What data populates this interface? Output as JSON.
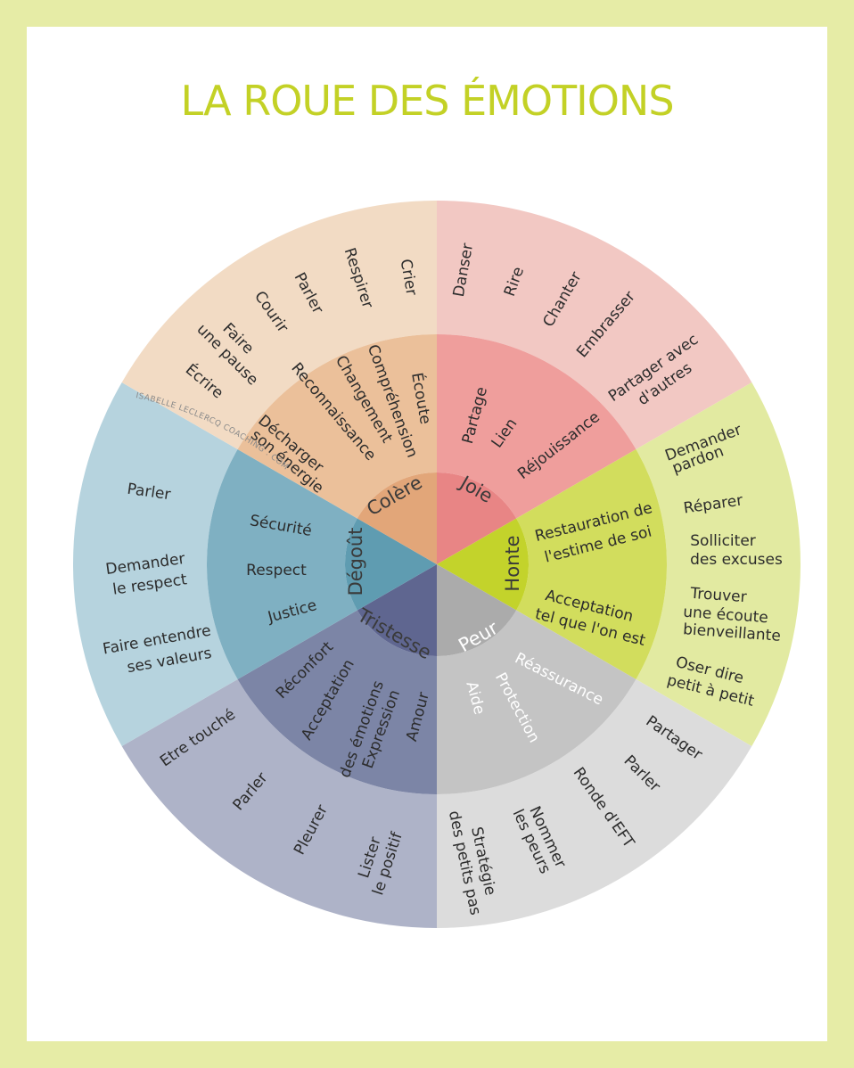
{
  "title": "LA ROUE DES ÉMOTIONS",
  "credit": "ISABELLE LECLERCQ COACHING . COM",
  "colors": {
    "background": "#e6eca6",
    "title": "#c3d126"
  },
  "emotions": [
    {
      "name": "Colère",
      "colors": [
        "#e88585",
        "#ef9e9c",
        "#f2c8c3"
      ],
      "middle": [
        "Écoute",
        "Compréhension",
        "Changement",
        "Reconnaissance",
        "Décharger son énergie"
      ],
      "outer": [
        "Crier",
        "Respirer",
        "Parler",
        "Courir",
        "Faire une pause",
        "Écrire"
      ]
    },
    {
      "name": "Joie",
      "colors": [
        "#c3d32b",
        "#d2dd5d",
        "#e2eaa1"
      ],
      "middle": [
        "Partage",
        "Lien",
        "Réjouissance"
      ],
      "outer": [
        "Danser",
        "Rire",
        "Chanter",
        "Embrasser",
        "Partager avec d'autres"
      ]
    },
    {
      "name": "Honte",
      "colors": [
        "#ababab",
        "#c4c4c4",
        "#dcdcdc"
      ],
      "middle": [
        "Restauration de l'estime de soi",
        "Acceptation tel que l'on est"
      ],
      "outer": [
        "Demander pardon",
        "Réparer",
        "Solliciter des excuses",
        "Trouver une écoute bienveillante",
        "Oser dire petit à petit"
      ]
    },
    {
      "name": "Peur",
      "colors": [
        "#5f6690",
        "#7c85a6",
        "#aeb3c8"
      ],
      "middle": [
        "Réassurance",
        "Protection",
        "Aide"
      ],
      "outer": [
        "Partager",
        "Parler",
        "Ronde d'EFT",
        "Nommer les peurs",
        "Stratégie des petits pas"
      ]
    },
    {
      "name": "Tristesse",
      "colors": [
        "#5f9cb1",
        "#7fb0c2",
        "#b6d3de"
      ],
      "middle": [
        "Amour",
        "Expression des émotions",
        "Acceptation",
        "Réconfort"
      ],
      "outer": [
        "Lister le positif",
        "Pleurer",
        "Parler",
        "Etre touché"
      ]
    },
    {
      "name": "Dégoût",
      "colors": [
        "#e2a679",
        "#ebc09a",
        "#f2dbc4"
      ],
      "middle": [
        "Justice",
        "Respect",
        "Sécurité"
      ],
      "outer": [
        "Faire entendre ses valeurs",
        "Demander le respect",
        "Parler"
      ]
    }
  ]
}
